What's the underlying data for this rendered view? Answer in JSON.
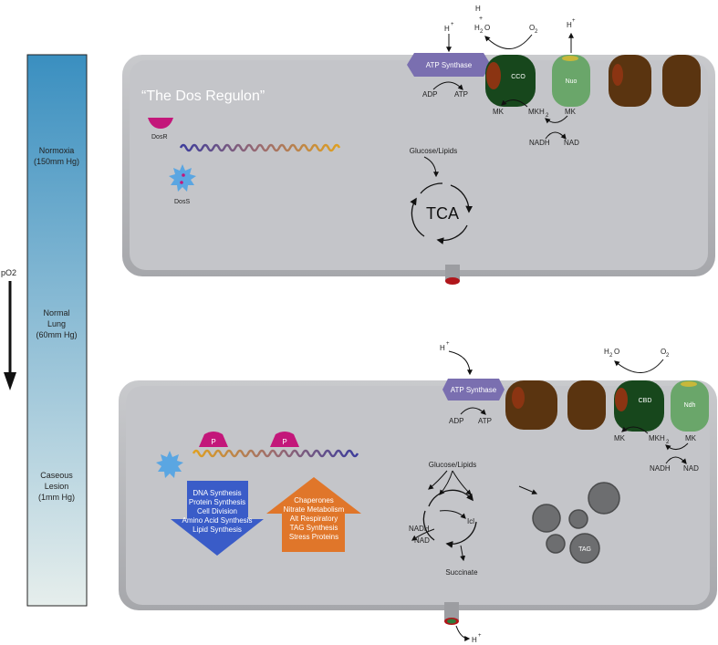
{
  "gradient_bar": {
    "levels": [
      {
        "line1": "Normoxia",
        "line2": "(150mm Hg)",
        "line3": ""
      },
      {
        "line1": "Normal",
        "line2": "Lung",
        "line3": "(60mm Hg)"
      },
      {
        "line1": "Caseous",
        "line2": "Lesion",
        "line3": "(1mm Hg)"
      }
    ],
    "axis_label": "pO2",
    "color_top": "#3a8fc0",
    "color_bottom": "#e6eeec"
  },
  "top_cell": {
    "title": "“The Dos Regulon”",
    "dosr": "DosR",
    "doss": "DosS",
    "glucose": "Glucose/Lipids",
    "tca": "TCA",
    "atp_synthase": "ATP Synthase",
    "adp": "ADP",
    "atp": "ATP",
    "h": "H",
    "plus": "+",
    "h2o": "H",
    "two": "2",
    "o_letter": "O",
    "o2": "O",
    "cco": "CCO",
    "nuo": "Nuo",
    "mk1": "MK",
    "mkh": "MKH",
    "mk2": "MK",
    "nadh": "NADH",
    "nad": "NAD"
  },
  "bottom_cell": {
    "h": "H",
    "plus": "+",
    "atp_synthase": "ATP Synthase",
    "adp": "ADP",
    "atp": "ATP",
    "h2o": "H",
    "two": "2",
    "o_letter": "O",
    "o2": "O",
    "cbd": "CBD",
    "ndh": "Ndh",
    "mk1": "MK",
    "mkh": "MKH",
    "mk2": "MK",
    "nadh": "NADH",
    "nad": "NAD",
    "p1": "P",
    "p2": "P",
    "down_list": [
      "DNA Synthesis",
      "Protein Synthesis",
      "Cell Division",
      "Amino Acid Synthesis",
      "Lipid Synthesis"
    ],
    "up_list": [
      "Chaperones",
      "Nitrate Metabolism",
      "Alt Respiratory",
      "TAG Synthesis",
      "Stress Proteins"
    ],
    "glucose": "Glucose/Lipids",
    "icl": "Icl",
    "nadh_left": "NADH",
    "nad_left": "NAD",
    "succinate": "Succinate",
    "tag": "TAG",
    "h_bottom": "H"
  },
  "colors": {
    "cell": "#b4b5b9",
    "cell_inner": "#c6c7cb",
    "atp_synthase": "#7a6fb0",
    "dark_green": "#17471c",
    "light_green": "#6aa66a",
    "brown": "#5a3410",
    "magenta": "#c3177a",
    "blue_arrow": "#3a5cc8",
    "orange_arrow": "#e0762a",
    "dos_blue": "#5aa6e2",
    "tag_grey": "#6d6e70"
  }
}
